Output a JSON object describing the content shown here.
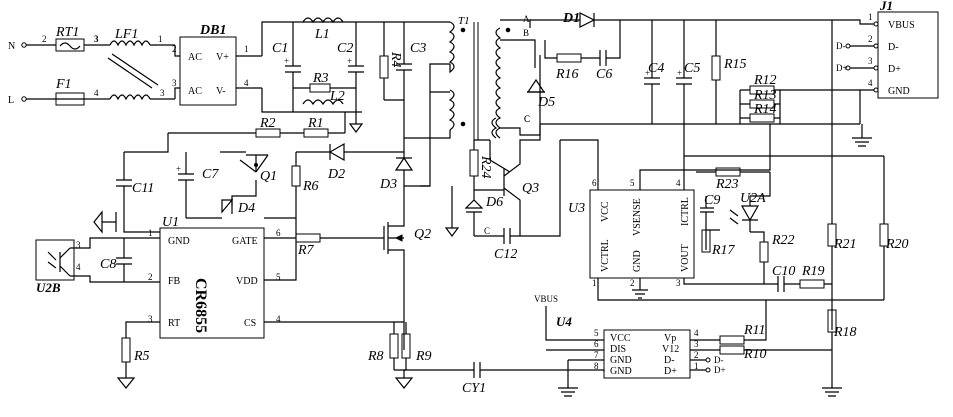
{
  "inputs": {
    "neutral": "N",
    "line": "L"
  },
  "components": {
    "rt1": "RT1",
    "lf1": "LF1",
    "f1": "F1",
    "db1": "DB1",
    "c1": "C1",
    "c2": "C2",
    "c3": "C3",
    "c4": "C4",
    "c5": "C5",
    "c6": "C6",
    "c7": "C7",
    "c8": "C8",
    "c9": "C9",
    "c10": "C10",
    "c11": "C11",
    "c12": "C12",
    "cy1": "CY1",
    "l1": "L1",
    "l2": "L2",
    "r1": "R1",
    "r2": "R2",
    "r3": "R3",
    "r4": "R4",
    "r5": "R5",
    "r6": "R6",
    "r7": "R7",
    "r8": "R8",
    "r9": "R9",
    "r10": "R10",
    "r11": "R11",
    "r12": "R12",
    "r13": "R13",
    "r14": "R14",
    "r15": "R15",
    "r16": "R16",
    "r17": "R17",
    "r18": "R18",
    "r19": "R19",
    "r20": "R20",
    "r21": "R21",
    "r22": "R22",
    "r23": "R23",
    "r24": "R24",
    "d1": "D1",
    "d2": "D2",
    "d3": "D3",
    "d4": "D4",
    "d5": "D5",
    "d6": "D6",
    "q1": "Q1",
    "q2": "Q2",
    "q3": "Q3",
    "t1": "T1",
    "u1": "U1",
    "u2a": "U2A",
    "u2b": "U2B",
    "u3": "U3",
    "u4": "U4",
    "j1": "J1"
  },
  "db1_pins": {
    "ac1": "AC",
    "vplus": "V+",
    "ac2": "AC",
    "vminus": "V-",
    "p1": "1",
    "p2": "2",
    "p3": "3",
    "p4": "4"
  },
  "u1_ic": {
    "part": "CR6855",
    "gnd": "GND",
    "gate": "GATE",
    "fb": "FB",
    "vdd": "VDD",
    "rt": "RT",
    "cs": "CS",
    "p1": "1",
    "p2": "2",
    "p3": "3",
    "p4": "4",
    "p5": "5",
    "p6": "6"
  },
  "u3_ic": {
    "vcc": "VCC",
    "vsense": "VSENSE",
    "ictrl": "ICTRL",
    "vctrl": "VCTRL",
    "gnd": "GND",
    "vout": "VOUT",
    "p1": "1",
    "p2": "2",
    "p3": "3",
    "p4": "4",
    "p5": "5",
    "p6": "6"
  },
  "u4_ic": {
    "vbus": "VBUS",
    "vcc": "VCC",
    "dis": "DIS",
    "gnd1": "GND",
    "gnd2": "GND",
    "vp": "Vp",
    "v12": "V12",
    "dm": "D-",
    "dp": "D+",
    "p1": "1",
    "p2": "2",
    "p3": "3",
    "p4": "4",
    "p5": "5",
    "p6": "6",
    "p7": "7",
    "p8": "8"
  },
  "j1_conn": {
    "vbus": "VBUS",
    "dm": "D-",
    "dp": "D+",
    "gnd": "GND",
    "p1": "1",
    "p2": "2",
    "p3": "3",
    "p4": "4",
    "net_dm": "D-",
    "net_dp": "D+"
  },
  "u4_nets": {
    "dm": "D-",
    "dp": "D+"
  },
  "t1_pins": {
    "a": "A",
    "b": "B",
    "c1": "C",
    "c2": "C"
  },
  "misc_pins": {
    "rt1_2": "2",
    "rt1_3": "3",
    "lf1_1": "1",
    "lf1_2": "2",
    "f1_4": "4",
    "lf1_4": "4",
    "lf1_3": "3",
    "u2b_3": "3",
    "u2b_4": "4"
  }
}
